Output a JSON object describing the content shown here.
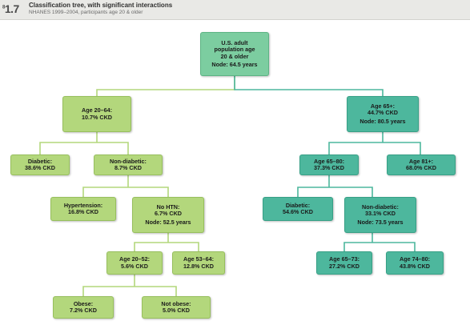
{
  "figure": {
    "number": "1.7",
    "number_prefix": "8",
    "title": "Classification tree, with significant interactions",
    "subtitle": "NHANES 1999–2004, participants age 20 & older"
  },
  "nodes": {
    "root": {
      "lines": [
        "U.S. adult",
        "population age",
        "20 & older"
      ],
      "split": "Node: 64.5 years"
    },
    "age_20_64": {
      "lines": [
        "Age 20–64:",
        "10.7% CKD"
      ]
    },
    "age_65plus": {
      "lines": [
        "Age 65+:",
        "44.7% CKD"
      ],
      "split": "Node: 80.5 years"
    },
    "diabetic_l": {
      "lines": [
        "Diabetic:",
        "38.6% CKD"
      ]
    },
    "nondiabetic_l": {
      "lines": [
        "Non-diabetic:",
        "8.7% CKD"
      ]
    },
    "age_65_80": {
      "lines": [
        "Age 65–80:",
        "37.3% CKD"
      ]
    },
    "age_81plus": {
      "lines": [
        "Age 81+:",
        "68.0% CKD"
      ]
    },
    "hypertension": {
      "lines": [
        "Hypertension:",
        "16.8% CKD"
      ]
    },
    "no_htn": {
      "lines": [
        "No HTN:",
        "6.7% CKD"
      ],
      "split": "Node: 52.5 years"
    },
    "diabetic_r": {
      "lines": [
        "Diabetic:",
        "54.6% CKD"
      ]
    },
    "nondiabetic_r": {
      "lines": [
        "Non-diabetic:",
        "33.1% CKD"
      ],
      "split": "Node: 73.5 years"
    },
    "age_20_52": {
      "lines": [
        "Age 20–52:",
        "5.6% CKD"
      ]
    },
    "age_53_64": {
      "lines": [
        "Age 53–64:",
        "12.8% CKD"
      ]
    },
    "age_65_73": {
      "lines": [
        "Age 65–73:",
        "27.2% CKD"
      ]
    },
    "age_74_80": {
      "lines": [
        "Age 74–80:",
        "43.8% CKD"
      ]
    },
    "obese": {
      "lines": [
        "Obese:",
        "7.2% CKD"
      ]
    },
    "not_obese": {
      "lines": [
        "Not obese:",
        "5.0% CKD"
      ]
    }
  },
  "colors": {
    "green_node": "#b3d77c",
    "teal_node": "#4db79d",
    "root_node": "#7ccda0",
    "green_line": "#b3d77c",
    "teal_line": "#4db79d"
  }
}
